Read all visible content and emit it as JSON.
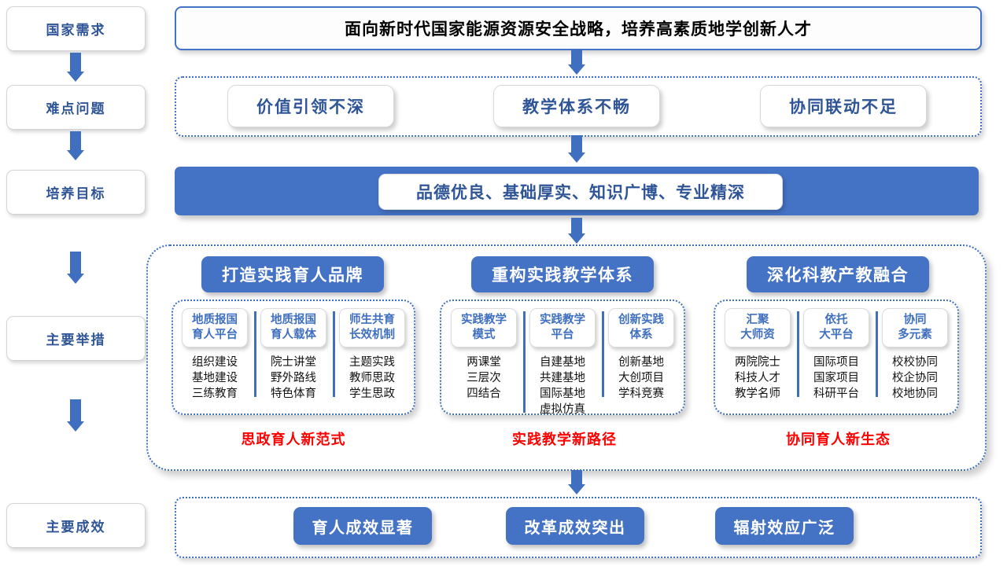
{
  "rail": [
    {
      "label": "国家需求"
    },
    {
      "label": "难点问题"
    },
    {
      "label": "培养目标"
    },
    {
      "label": "主要举措"
    },
    {
      "label": "主要成效"
    }
  ],
  "headline": {
    "text": "面向新时代国家能源资源安全战略，培养高素质地学创新人才"
  },
  "problems": {
    "items": [
      {
        "label": "价值引领不深"
      },
      {
        "label": "教学体系不畅"
      },
      {
        "label": "协同联动不足"
      }
    ]
  },
  "goal": {
    "text": "品德优良、基础厚实、知识广博、专业精深"
  },
  "measures": {
    "groups": [
      {
        "head": "打造实践育人品牌",
        "foot": "思政育人新范式",
        "columns": [
          {
            "cap": "地质报国\n育人平台",
            "list": "组织建设\n基地建设\n三练教育"
          },
          {
            "cap": "地质报国\n育人载体",
            "list": "院士讲堂\n野外路线\n特色体育"
          },
          {
            "cap": "师生共育\n长效机制",
            "list": "主题实践\n教师思政\n学生思政"
          }
        ]
      },
      {
        "head": "重构实践教学体系",
        "foot": "实践教学新路径",
        "columns": [
          {
            "cap": "实践教学\n模式",
            "list": "两课堂\n三层次\n四结合"
          },
          {
            "cap": "实践教学\n平台",
            "list": "自建基地\n共建基地\n国际基地\n虚拟仿真"
          },
          {
            "cap": "创新实践\n体系",
            "list": "创新基地\n大创项目\n学科竞赛"
          }
        ]
      },
      {
        "head": "深化科教产教融合",
        "foot": "协同育人新生态",
        "columns": [
          {
            "cap": "汇聚\n大师资",
            "list": "两院院士\n科技人才\n教学名师"
          },
          {
            "cap": "依托\n大平台",
            "list": "国际项目\n国家项目\n科研平台"
          },
          {
            "cap": "协同\n多元素",
            "list": "校校协同\n校企协同\n校地协同"
          }
        ]
      }
    ]
  },
  "outcomes": {
    "items": [
      {
        "label": "育人成效显著"
      },
      {
        "label": "改革成效突出"
      },
      {
        "label": "辐射效应广泛"
      }
    ]
  },
  "colors": {
    "accent_blue": "#4472C4",
    "arrow_blue": "#3f6fbe",
    "label_blue": "#2f5597",
    "foot_red": "#FF0000"
  }
}
